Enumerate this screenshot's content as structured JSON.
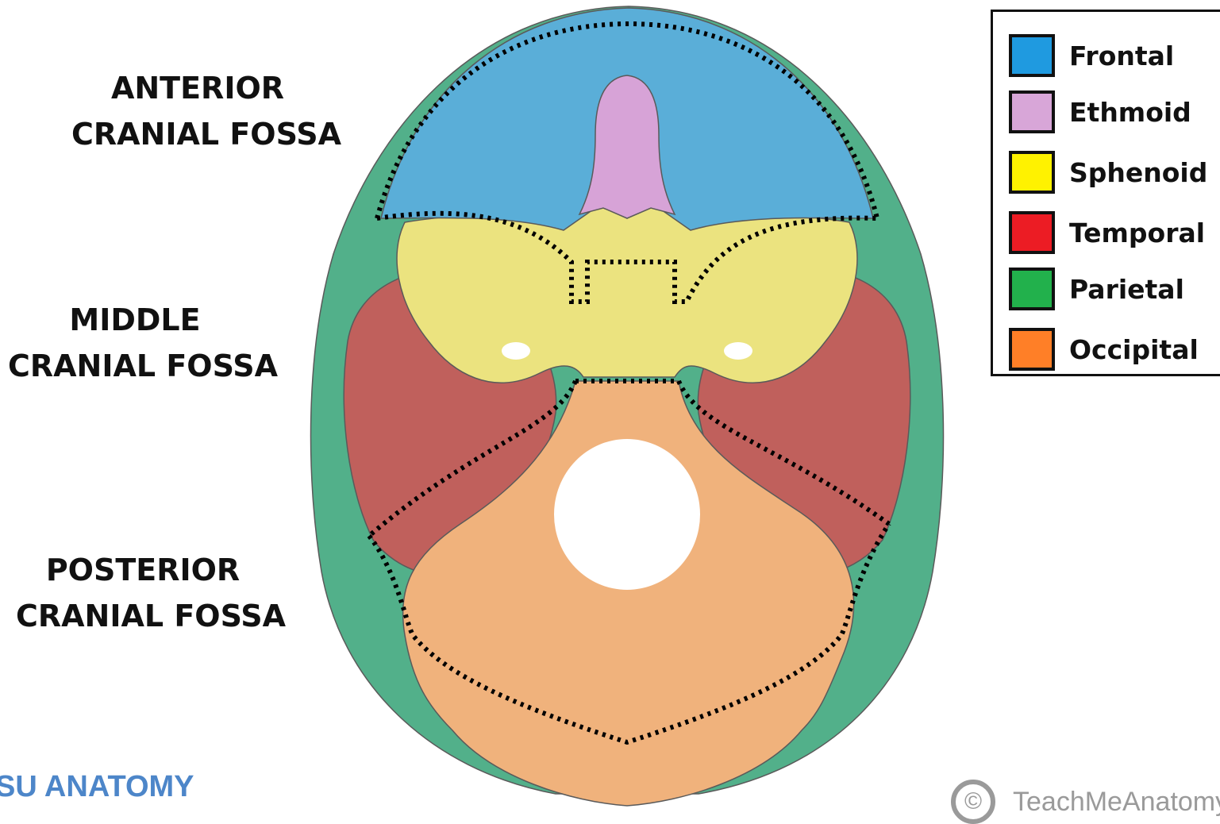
{
  "regions": [
    {
      "line1": "ANTERIOR",
      "line2": "CRANIAL FOSSA"
    },
    {
      "line1": "MIDDLE",
      "line2": "CRANIAL FOSSA"
    },
    {
      "line1": "POSTERIOR",
      "line2": "CRANIAL FOSSA"
    }
  ],
  "legend": [
    {
      "label": "Frontal",
      "color": "#1f9ae0"
    },
    {
      "label": "Ethmoid",
      "color": "#d8a6d8"
    },
    {
      "label": "Sphenoid",
      "color": "#fff200"
    },
    {
      "label": "Temporal",
      "color": "#ec1c24"
    },
    {
      "label": "Parietal",
      "color": "#22b14c"
    },
    {
      "label": "Occipital",
      "color": "#ff7f27"
    }
  ],
  "bone_fill_colors": {
    "frontal": "#5aaed8",
    "ethmoid": "#d7a3d7",
    "sphenoid": "#ebe37f",
    "temporal": "#c0605c",
    "parietal": "#52b08a",
    "occipital": "#f0b27c"
  },
  "watermark_left": "SU ANATOMY",
  "watermark_right": "TeachMeAnatomy",
  "copyright_icon": "copyright-icon"
}
